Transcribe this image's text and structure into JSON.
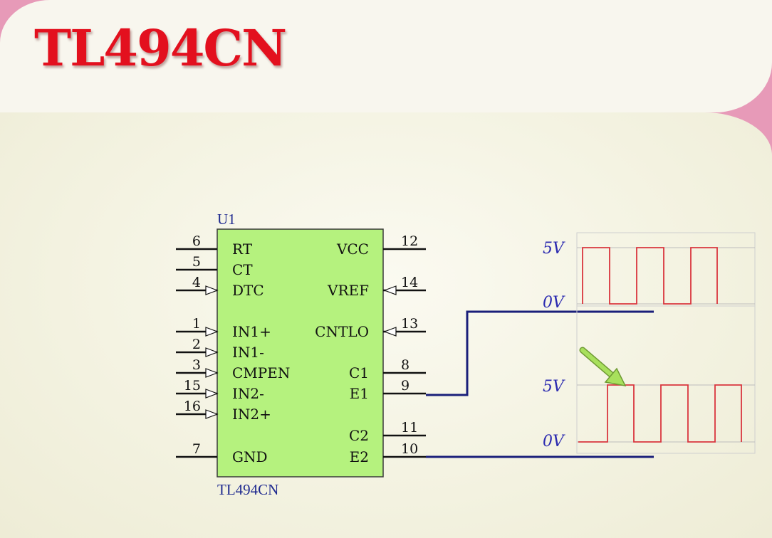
{
  "title": "TL494CN",
  "chip": {
    "ref": "U1",
    "part": "TL494CN",
    "left_pins": [
      {
        "num": "6",
        "label": "RT",
        "arrow": false
      },
      {
        "num": "5",
        "label": "CT",
        "arrow": false
      },
      {
        "num": "4",
        "label": "DTC",
        "arrow": true
      },
      {
        "num": "1",
        "label": "IN1+",
        "arrow": true
      },
      {
        "num": "2",
        "label": "IN1-",
        "arrow": true
      },
      {
        "num": "3",
        "label": "CMPEN",
        "arrow": true
      },
      {
        "num": "15",
        "label": "IN2-",
        "arrow": true
      },
      {
        "num": "16",
        "label": "IN2+",
        "arrow": true
      },
      {
        "num": "7",
        "label": "GND",
        "arrow": false
      }
    ],
    "right_pins": [
      {
        "num": "12",
        "label": "VCC",
        "arrow": false
      },
      {
        "num": "14",
        "label": "VREF",
        "arrow": true
      },
      {
        "num": "13",
        "label": "CNTLO",
        "arrow": true
      },
      {
        "num": "8",
        "label": "C1",
        "arrow": false
      },
      {
        "num": "9",
        "label": "E1",
        "arrow": false
      },
      {
        "num": "11",
        "label": "C2",
        "arrow": false
      },
      {
        "num": "10",
        "label": "E2",
        "arrow": false
      }
    ]
  },
  "waveforms": {
    "top": {
      "high_label": "5V",
      "low_label": "0V"
    },
    "bottom": {
      "high_label": "5V",
      "low_label": "0V"
    }
  },
  "colors": {
    "chip_fill": "#b5f27e",
    "wire": "#1a1f7a",
    "wave": "#d9363e",
    "arrow": "#a8e05c"
  }
}
